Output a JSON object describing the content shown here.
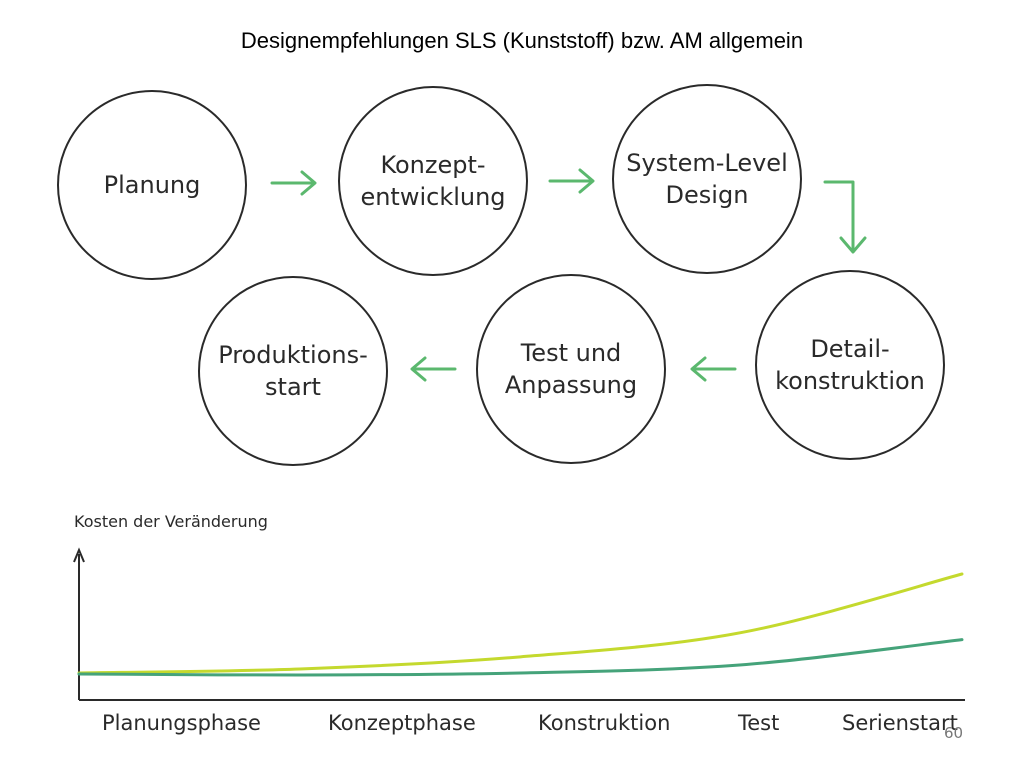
{
  "title": "Designempfehlungen SLS (Kunststoff) bzw. AM allgemein",
  "process_steps": [
    {
      "label": "Planung"
    },
    {
      "label": "Konzept-\nentwicklung"
    },
    {
      "label": "System-Level\nDesign"
    },
    {
      "label": "Detail-\nkonstruktion"
    },
    {
      "label": "Test und\nAnpassung"
    },
    {
      "label": "Produktions-\nstart"
    }
  ],
  "colors": {
    "arrow": "#5bb86e",
    "curve_light": "#c4d92e",
    "curve_dark": "#45a37a",
    "outline": "#2a2a2a"
  },
  "chart_data": {
    "type": "line",
    "ylabel": "Kosten der Veränderung",
    "x_categories": [
      "Planungsphase",
      "Konzeptphase",
      "Konstruktion",
      "Test",
      "Serienstart"
    ],
    "series": [
      {
        "values": [
          0.02,
          0.06,
          0.18,
          0.42,
          1.0
        ]
      },
      {
        "values": [
          0.01,
          0.0,
          0.02,
          0.1,
          0.35
        ]
      }
    ],
    "page_number": "60"
  }
}
